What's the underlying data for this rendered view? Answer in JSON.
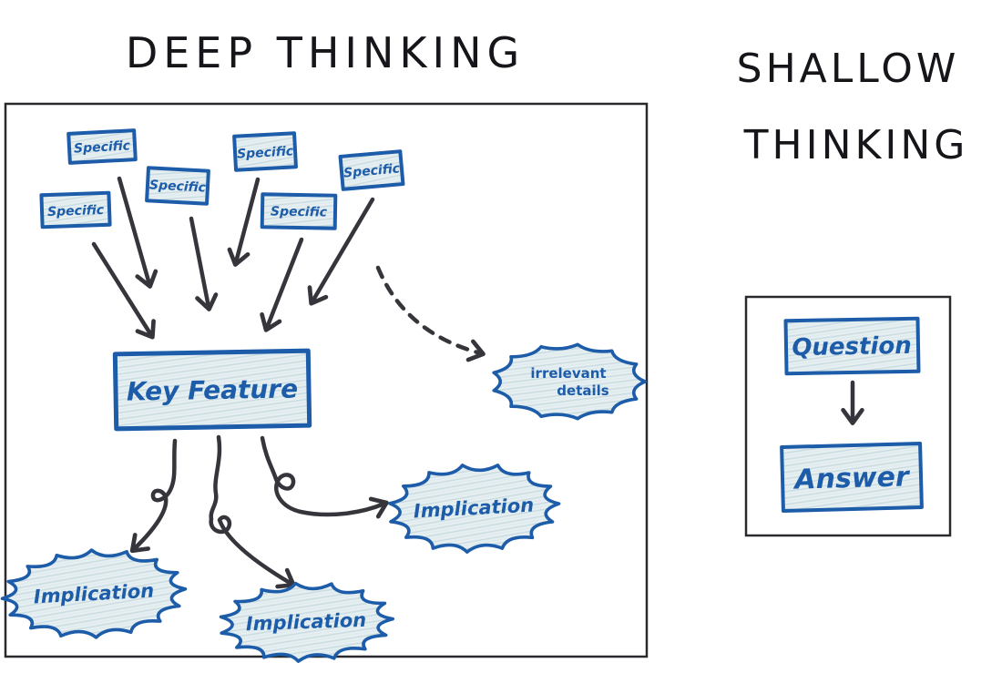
{
  "colors": {
    "ink_blue": "#1d5ca9",
    "ink_black": "#35353b",
    "crayon_fill": "#e7eff1",
    "panel_border": "#2a2a2e"
  },
  "deep_panel": {
    "title": "DEEP THINKING",
    "specifics": [
      "Specific",
      "Specific",
      "Specific",
      "Specific",
      "Specific",
      "Specific"
    ],
    "key_feature": "Key Feature",
    "irrelevant": {
      "line1": "irrelevant",
      "line2": "details"
    },
    "implications": [
      "Implication",
      "Implication",
      "Implication"
    ]
  },
  "shallow_panel": {
    "title_line1": "SHALLOW",
    "title_line2": "THINKING",
    "question": "Question",
    "answer": "Answer"
  }
}
